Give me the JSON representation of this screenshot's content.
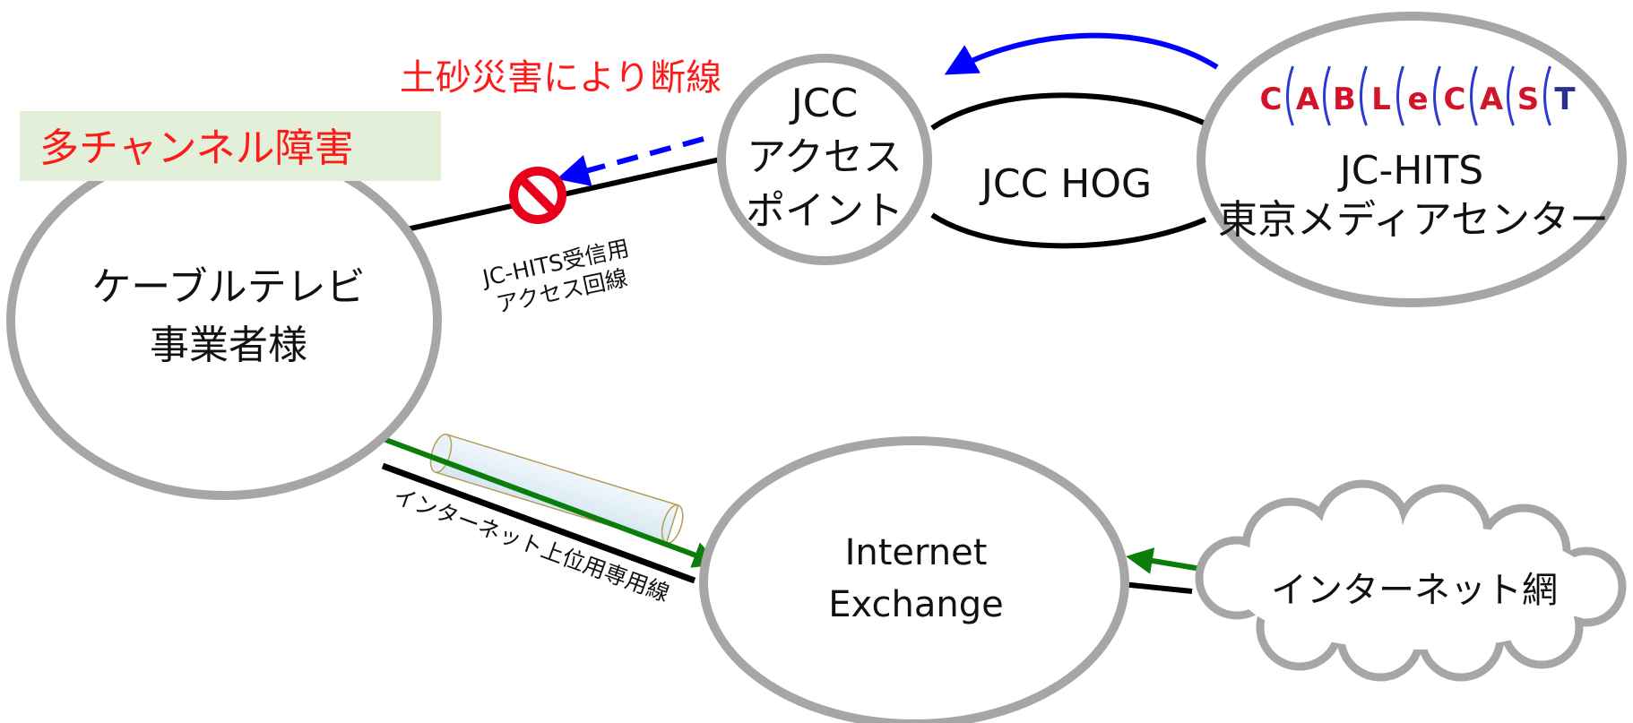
{
  "alert_badge": "多チャンネル障害",
  "disconnection_label": "土砂災害により断線",
  "nodes": {
    "cable_operator": [
      "ケーブルテレビ",
      "事業者様"
    ],
    "jcc_access_point": [
      "JCC",
      "アクセス",
      "ポイント"
    ],
    "jcc_hog": "JCC HOG",
    "jc_hits_center": [
      "JC-HITS",
      "東京メディアセンター"
    ],
    "internet_exchange": [
      "Internet",
      "Exchange"
    ],
    "internet_cloud": "インターネット網"
  },
  "links": {
    "receive_line": [
      "JC-HITS受信用",
      "アクセス回線"
    ],
    "internet_upstream_line": "インターネット上位用専用線"
  },
  "logo": {
    "text": "CABLECAST",
    "letters": [
      "C",
      "A",
      "B",
      "L",
      "e",
      "C",
      "A",
      "S",
      "T"
    ]
  },
  "colors": {
    "node_border": "#a6a6a6",
    "alert_text": "#ff1a1a",
    "alert_bg": "#e2f0d9",
    "signal_arrow": "#0000ff",
    "internet_arrow": "#0a7d0a",
    "link_line": "#000000"
  }
}
